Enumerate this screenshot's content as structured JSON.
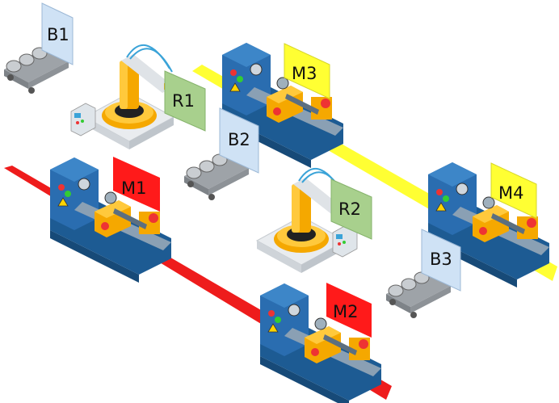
{
  "colors": {
    "lane_red": "#ee1c1c",
    "lane_yellow": "#ffff33",
    "label_blue": "#cfe2f5",
    "label_green": "#a8d08d",
    "label_red": "#ff1a1a",
    "label_yellow": "#ffff33",
    "machine_body": "#1e5f9a",
    "robot_orange": "#f5a800"
  },
  "labels": {
    "b1": "B1",
    "b2": "B2",
    "b3": "B3",
    "r1": "R1",
    "r2": "R2",
    "m1": "M1",
    "m2": "M2",
    "m3": "M3",
    "m4": "M4"
  }
}
